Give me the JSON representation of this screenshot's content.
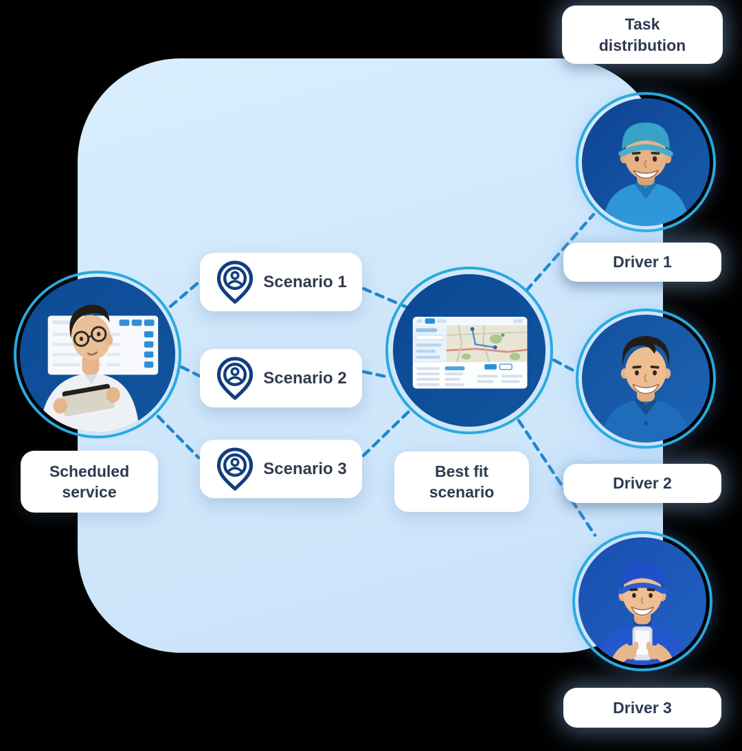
{
  "nodes": {
    "task_distribution": {
      "label": "Task distribution"
    },
    "scheduled_service": {
      "label": "Scheduled service"
    },
    "best_fit": {
      "label": "Best fit scenario"
    },
    "scenarios": [
      {
        "label": "Scenario 1",
        "icon": "person-location-pin-icon"
      },
      {
        "label": "Scenario 2",
        "icon": "person-location-pin-icon"
      },
      {
        "label": "Scenario 3",
        "icon": "person-location-pin-icon"
      }
    ],
    "drivers": [
      {
        "label": "Driver 1",
        "avatar": "male-courier-teal-cap-blue-polo"
      },
      {
        "label": "Driver 2",
        "avatar": "male-courier-no-cap-blue-polo"
      },
      {
        "label": "Driver 3",
        "avatar": "male-courier-blue-cap-holding-phone"
      }
    ],
    "dispatcher": {
      "avatar": "man-with-glasses-holding-tablet-dashboard"
    },
    "best_fit_circle": {
      "content": "route-planning-dashboard-with-map"
    }
  },
  "colors": {
    "background": "#000000",
    "panel": "#d0e7fb",
    "circle_fill": "#0d4b97",
    "ring": "#2aa9e0",
    "connector": "#1f86cc",
    "card": "#ffffff",
    "label_text": "#2e3a50",
    "pin_icon": "#123e7e"
  }
}
